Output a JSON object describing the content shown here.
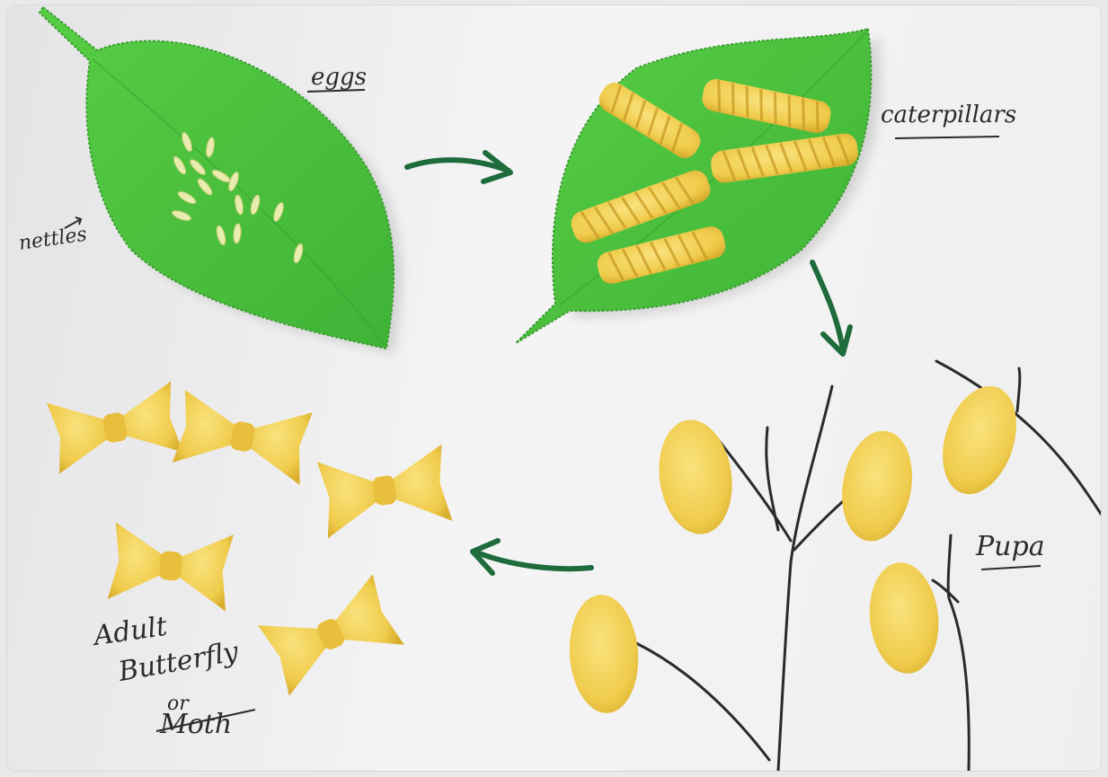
{
  "photo": {
    "labels": {
      "eggs": "eggs",
      "caterpillars": "caterpillars",
      "nettles": "nettles",
      "pupa": "Pupa",
      "adult_line1": "Adult",
      "adult_line2": "Butterfly",
      "adult_line3": "or",
      "adult_line4": "Moth"
    },
    "colors": {
      "leaf": "#4fc43f",
      "leaf_dark": "#37a52f",
      "pasta": "#f3d25a",
      "pasta_shadow": "#d9ae2e",
      "arrow": "#1e6b3c",
      "twig": "#2a2a2a",
      "background": "#efeff0"
    },
    "icons": [
      "leaf-icon",
      "rice-grain-icon",
      "fusilli-icon",
      "conchiglie-icon",
      "farfalle-icon",
      "arrow-icon",
      "twig-icon"
    ]
  }
}
